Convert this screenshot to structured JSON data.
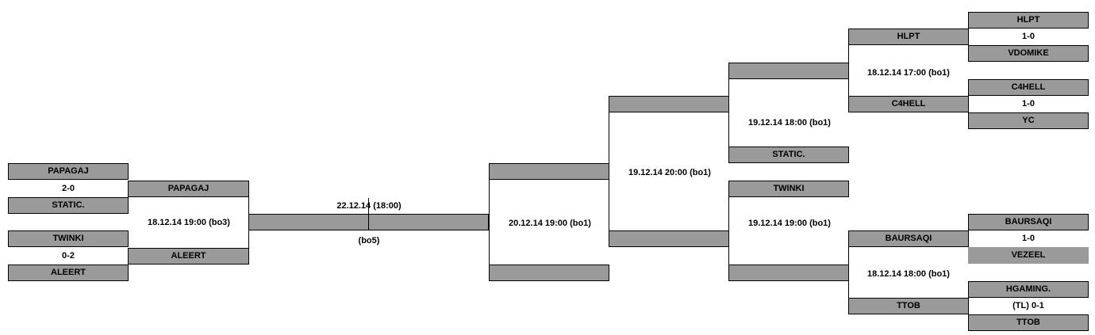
{
  "left": {
    "match1": {
      "team1": "PAPAGAJ",
      "score": "2-0",
      "team2": "STATIC."
    },
    "match2": {
      "team1": "TWINKI",
      "score": "0-2",
      "team2": "ALEERT"
    },
    "semi": {
      "team1": "PAPAGAJ",
      "team2": "ALEERT",
      "time": "18.12.14 19:00 (bo3)"
    }
  },
  "final": {
    "time": "22.12.14 (18:00)",
    "format": "(bo5)"
  },
  "right": {
    "r1a": {
      "team1": "HLPT",
      "score": "1-0",
      "team2": "VDOMIKE"
    },
    "r1b": {
      "team1": "C4HELL",
      "score": "1-0",
      "team2": "YC"
    },
    "r1c": {
      "team1": "BAURSAQI",
      "score": "1-0",
      "team2": "VEZEEL"
    },
    "r1d": {
      "team1": "HGAMING.",
      "score": "(TL) 0-1",
      "team2": "TTOB"
    },
    "r2a": {
      "team1": "HLPT",
      "team2": "C4HELL",
      "time": "18.12.14 17:00 (bo1)"
    },
    "r2b": {
      "team1": "BAURSAQI",
      "team2": "TTOB",
      "time": "18.12.14 18:00 (bo1)"
    },
    "r3a": {
      "team1": "",
      "team2": "STATIC.",
      "time": "19.12.14 18:00 (bo1)"
    },
    "r3b": {
      "team1": "TWINKI",
      "team2": "",
      "time": "19.12.14 19:00 (bo1)"
    },
    "r4": {
      "time": "19.12.14 20:00 (bo1)"
    },
    "r5": {
      "time": "20.12.14 19:00 (bo1)"
    }
  }
}
